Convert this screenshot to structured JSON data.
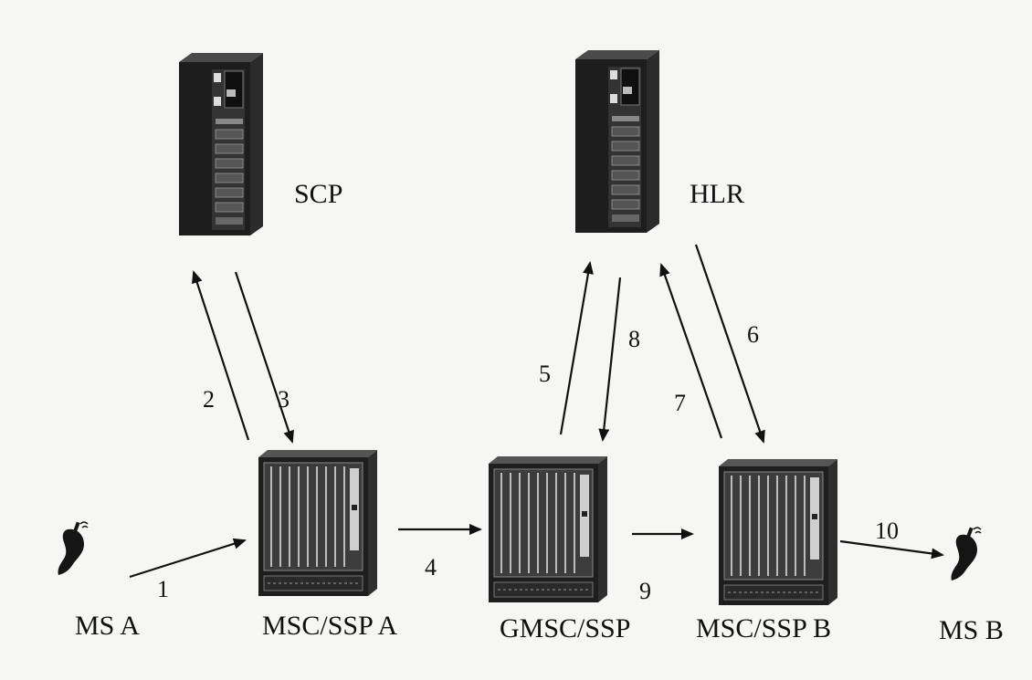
{
  "nodes": {
    "scp": "SCP",
    "hlr": "HLR",
    "ms_a": "MS A",
    "msc_ssp_a": "MSC/SSP A",
    "gmsc_ssp": "GMSC/SSP",
    "msc_ssp_b": "MSC/SSP B",
    "ms_b": "MS B"
  },
  "steps": [
    "1",
    "2",
    "3",
    "4",
    "5",
    "6",
    "7",
    "8",
    "9",
    "10"
  ],
  "icons": {
    "server": "server-tower-icon",
    "switch": "switch-rack-icon",
    "phone": "mobile-phone-icon"
  }
}
